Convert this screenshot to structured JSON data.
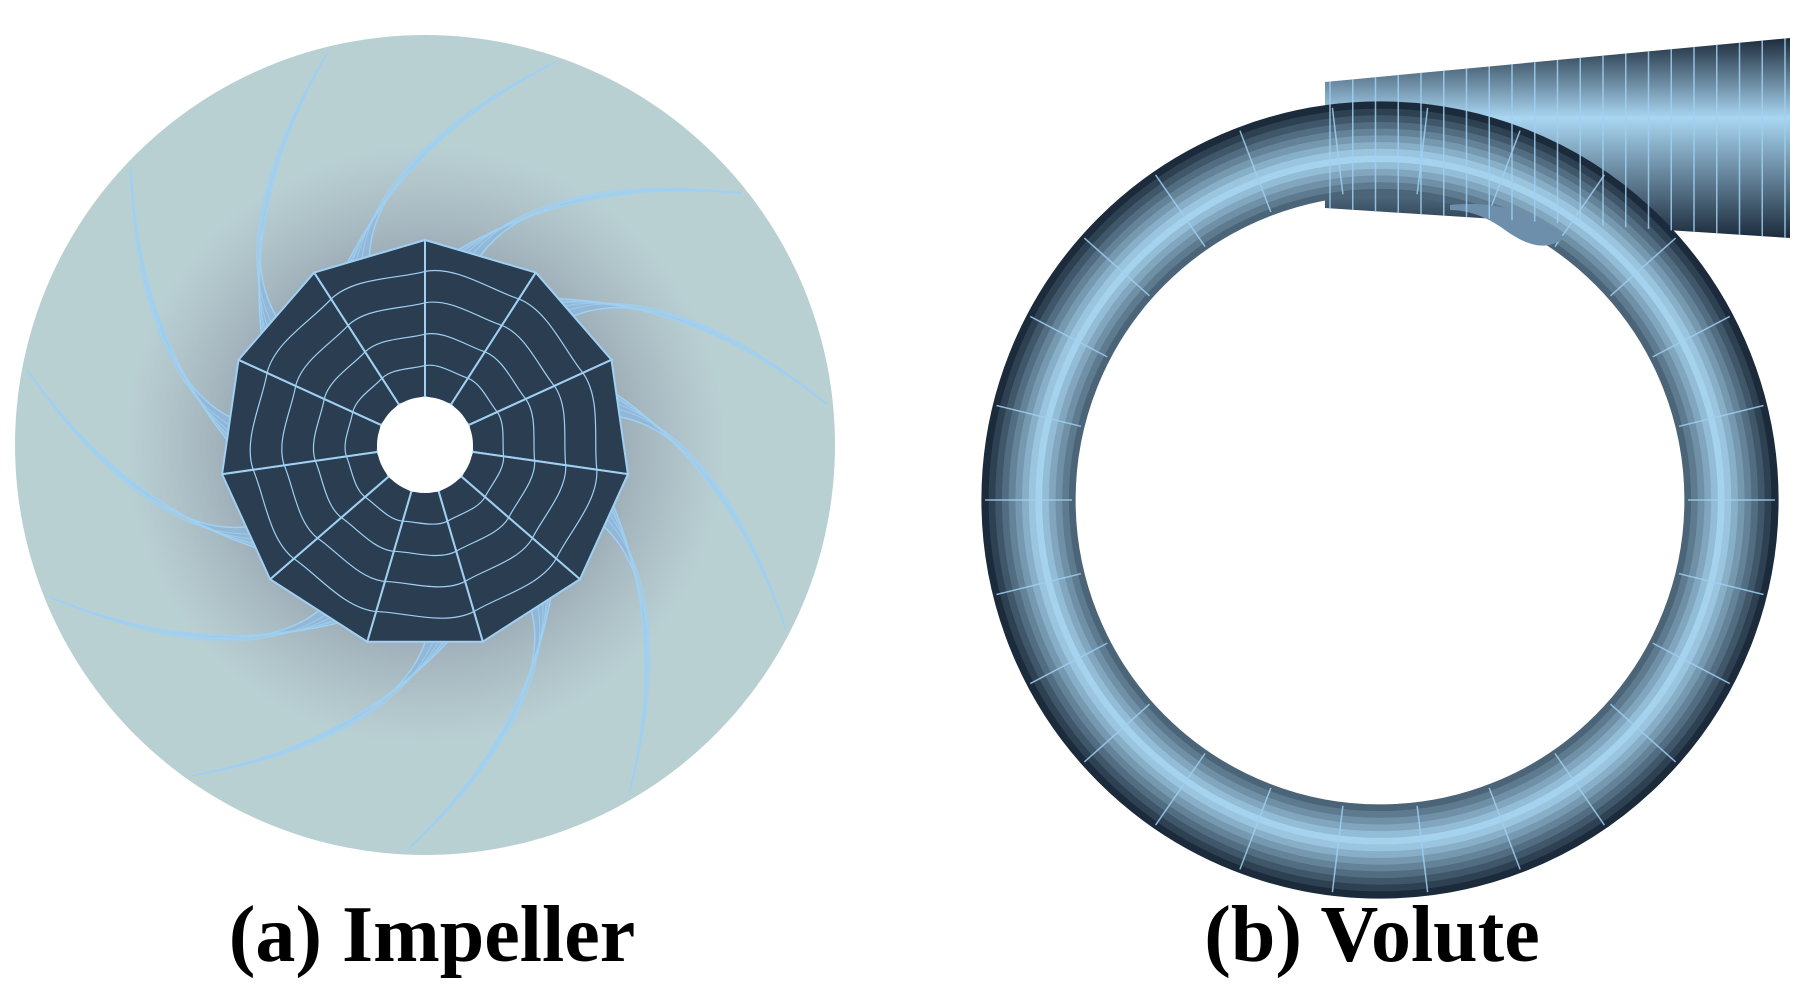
{
  "panels": [
    {
      "id": "a",
      "caption": "(a) Impeller",
      "component": "impeller",
      "blade_count": 11
    },
    {
      "id": "b",
      "caption": "(b) Volute",
      "component": "volute"
    }
  ],
  "colors": {
    "disk": "#b9d0d3",
    "blade_light": "#8fb9da",
    "blade_dark": "#27384b",
    "hub_dark": "#2b3d50",
    "mesh_line": "#9fd0f2",
    "volute_dark": "#1c2b3b",
    "volute_light": "#a9d6f2"
  }
}
